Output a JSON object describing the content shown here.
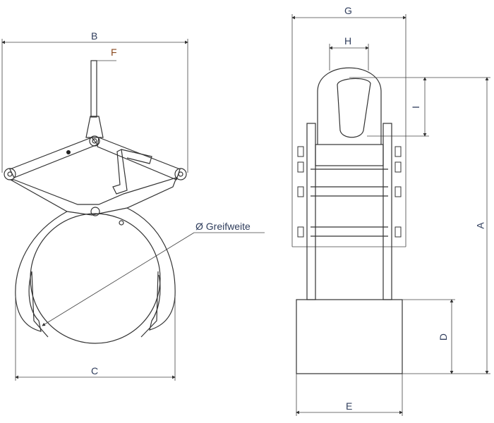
{
  "labels": {
    "B": "B",
    "F": "F",
    "C": "C",
    "greifweite": "Ø Greifweite",
    "G": "G",
    "H": "H",
    "I": "I",
    "A": "A",
    "D": "D",
    "E": "E"
  },
  "colors": {
    "line": "#333333",
    "text": "#2f3d5c"
  }
}
